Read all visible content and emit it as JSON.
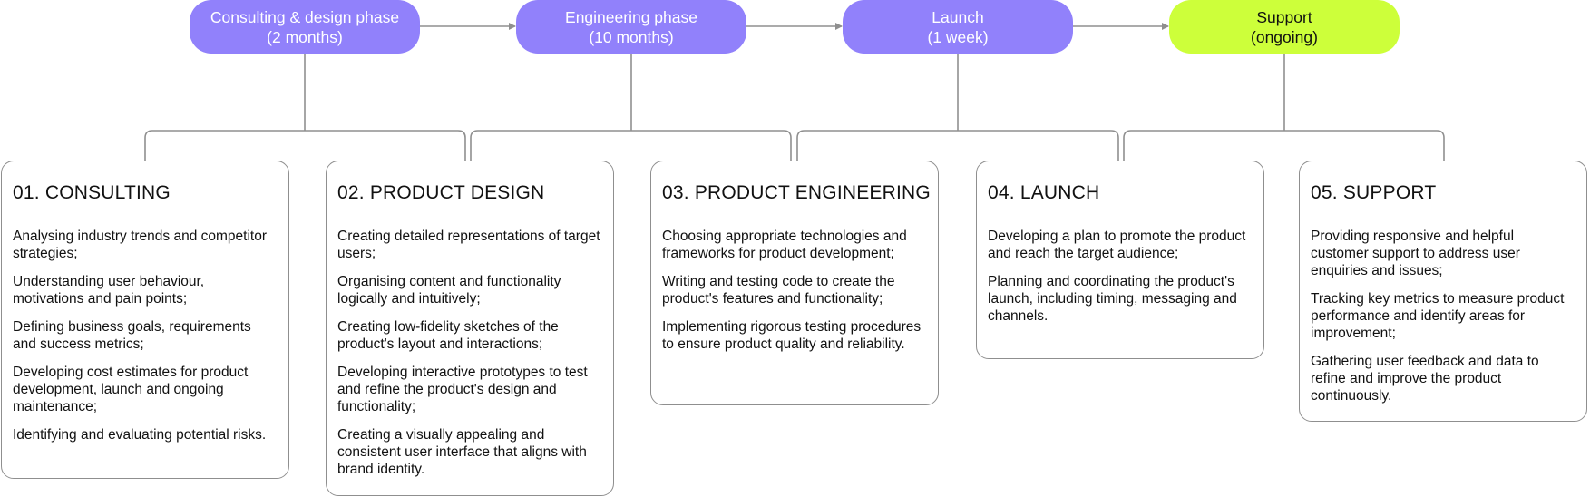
{
  "phases": [
    {
      "line1": "Consulting & design phase",
      "line2": "(2 months)",
      "color": "#9181fb"
    },
    {
      "line1": "Engineering phase",
      "line2": "(10 months)",
      "color": "#9181fb"
    },
    {
      "line1": "Launch",
      "line2": "(1 week)",
      "color": "#9181fb"
    },
    {
      "line1": "Support",
      "line2": "(ongoing)",
      "color": "#cdff3a"
    }
  ],
  "cards": [
    {
      "title": "01. CONSULTING",
      "items": [
        "Analysing industry trends and competitor strategies;",
        "Understanding user behaviour, motivations and pain points;",
        "Defining business goals, requirements and success metrics;",
        "Developing cost estimates for product development, launch and ongoing maintenance;",
        "Identifying and evaluating potential risks."
      ]
    },
    {
      "title": "02. PRODUCT DESIGN",
      "items": [
        "Creating detailed representations of target users;",
        "Organising content and functionality logically and intuitively;",
        "Creating low-fidelity sketches of the product's layout and interactions;",
        "Developing interactive prototypes to test and refine the product's design and functionality;",
        "Creating a visually appealing and consistent user interface that aligns with brand identity."
      ]
    },
    {
      "title": "03. PRODUCT ENGINEERING",
      "items": [
        "Choosing appropriate technologies and frameworks for product development;",
        "Writing and testing code to create the product's features and functionality;",
        "Implementing rigorous testing procedures to ensure product quality and reliability."
      ]
    },
    {
      "title": "04. LAUNCH",
      "items": [
        "Developing a plan to promote the product and reach the target audience;",
        "Planning and coordinating the product's launch, including timing, messaging and channels."
      ]
    },
    {
      "title": "05. SUPPORT",
      "items": [
        "Providing responsive and helpful customer support to address user enquiries and issues;",
        "Tracking key metrics to measure product performance and identify areas for improvement;",
        "Gathering user feedback and data to refine and improve the product continuously."
      ]
    }
  ],
  "colors": {
    "phase_primary": "#9181fb",
    "phase_ongoing": "#cdff3a",
    "connector": "#8f8f8f"
  }
}
